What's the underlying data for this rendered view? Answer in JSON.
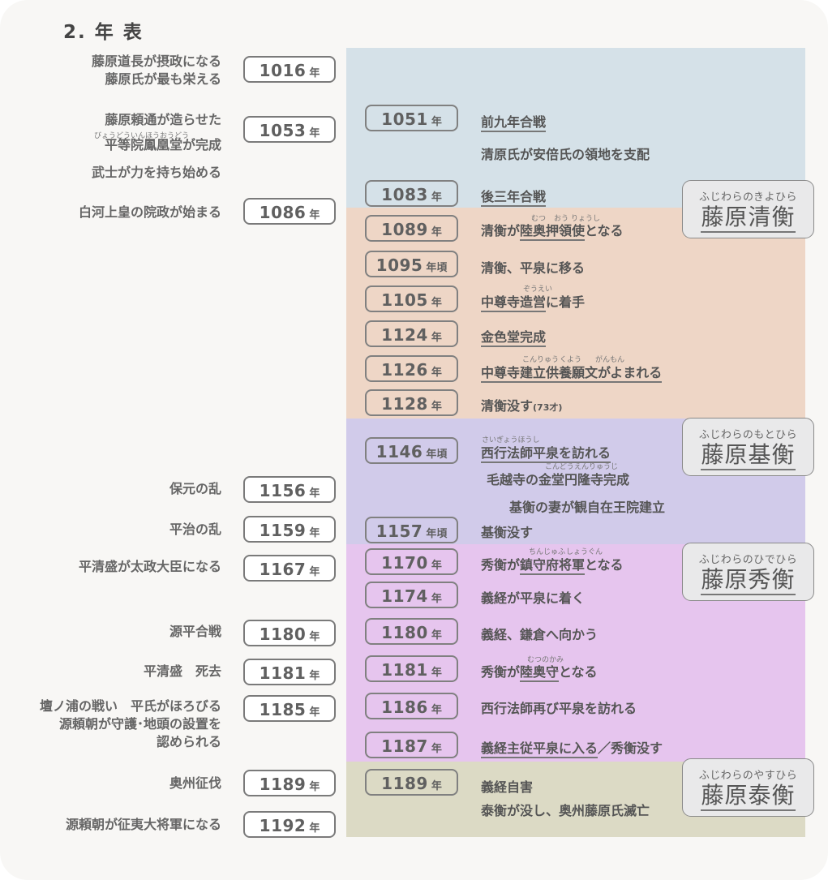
{
  "title": "2. 年 表",
  "left_events": [
    {
      "year": "1016",
      "unit": "年",
      "lines": [
        "藤原道長が摂政になる",
        "藤原氏が最も栄える"
      ]
    },
    {
      "year": "1053",
      "unit": "年",
      "lines": [
        "藤原頼通が造らせた",
        "平等院鳳凰堂が完成"
      ],
      "ruby": "びょうどういんほうおうどう"
    },
    {
      "year": "",
      "unit": "",
      "lines": [
        "武士が力を持ち始める"
      ]
    },
    {
      "year": "1086",
      "unit": "年",
      "lines": [
        "白河上皇の院政が始まる"
      ]
    },
    {
      "year": "1156",
      "unit": "年",
      "lines": [
        "保元の乱"
      ]
    },
    {
      "year": "1159",
      "unit": "年",
      "lines": [
        "平治の乱"
      ]
    },
    {
      "year": "1167",
      "unit": "年",
      "lines": [
        "平清盛が太政大臣になる"
      ]
    },
    {
      "year": "1180",
      "unit": "年",
      "lines": [
        "源平合戦"
      ]
    },
    {
      "year": "1181",
      "unit": "年",
      "lines": [
        "平清盛　死去"
      ]
    },
    {
      "year": "1185",
      "unit": "年",
      "lines": [
        "壇ノ浦の戦い　平氏がほろびる",
        "源頼朝が守護･地頭の設置を",
        "認められる"
      ]
    },
    {
      "year": "1189",
      "unit": "年",
      "lines": [
        "奥州征伐"
      ]
    },
    {
      "year": "1192",
      "unit": "年",
      "lines": [
        "源頼朝が征夷大将軍になる"
      ]
    }
  ],
  "right_events": [
    {
      "year": "1051",
      "unit": "年",
      "text": "前九年合戦"
    },
    {
      "year": "",
      "unit": "",
      "text": "清原氏が安倍氏の領地を支配"
    },
    {
      "year": "1083",
      "unit": "年",
      "text": "後三年合戦"
    },
    {
      "year": "1089",
      "unit": "年",
      "text_a": "清衡が",
      "text_u": "陸奥押領使",
      "text_b": "となる",
      "ruby": [
        "むつ",
        "おう",
        "りょうし"
      ]
    },
    {
      "year": "1095",
      "unit": "年頃",
      "text": "清衡、平泉に移る"
    },
    {
      "year": "1105",
      "unit": "年",
      "text_u": "中尊寺造営",
      "text_b": "に着手",
      "ruby": [
        "ぞうえい"
      ]
    },
    {
      "year": "1124",
      "unit": "年",
      "text": "金色堂完成"
    },
    {
      "year": "1126",
      "unit": "年",
      "text_u": "中尊寺建立供養願文",
      "text_b": "がよまれる",
      "ruby": [
        "こんりゅう",
        "くよう",
        "がんもん"
      ]
    },
    {
      "year": "1128",
      "unit": "年",
      "text": "清衡没す",
      "note": "(73才)"
    },
    {
      "year": "1146",
      "unit": "年頃",
      "text": "西行法師平泉を訪れる",
      "ruby": [
        "さいぎょうほうし"
      ]
    },
    {
      "year": "",
      "unit": "",
      "text": "毛越寺の金堂円隆寺完成",
      "ruby": [
        "こんどう",
        "えんりゅうじ"
      ]
    },
    {
      "year": "",
      "unit": "",
      "text": "基衡の妻が観自在王院建立"
    },
    {
      "year": "1157",
      "unit": "年頃",
      "text": "基衡没す"
    },
    {
      "year": "1170",
      "unit": "年",
      "text_a": "秀衡が",
      "text_u": "鎮守府将軍",
      "text_b": "となる",
      "ruby": [
        "ちんじゅふ",
        "しょうぐん"
      ]
    },
    {
      "year": "1174",
      "unit": "年",
      "text": "義経が平泉に着く"
    },
    {
      "year": "1180",
      "unit": "年",
      "text": "義経、鎌倉へ向かう"
    },
    {
      "year": "1181",
      "unit": "年",
      "text_a": "秀衡が",
      "text_u": "陸奥守",
      "text_b": "となる",
      "ruby": [
        "むつのかみ"
      ]
    },
    {
      "year": "1186",
      "unit": "年",
      "text": "西行法師再び平泉を訪れる"
    },
    {
      "year": "1187",
      "unit": "年",
      "text_u": "義経主従平泉に入る",
      "text_b": "／秀衡没す"
    },
    {
      "year": "1189",
      "unit": "年",
      "text": "義経自害"
    },
    {
      "year": "",
      "unit": "",
      "text": "泰衡が没し、奥州藤原氏滅亡"
    }
  ],
  "rulers": [
    {
      "kana": "ふじわらのきよひら",
      "name": "藤原清衡"
    },
    {
      "kana": "ふじわらのもとひら",
      "name": "藤原基衡"
    },
    {
      "kana": "ふじわらのひでひら",
      "name": "藤原秀衡"
    },
    {
      "kana": "ふじわらのやすひら",
      "name": "藤原泰衡"
    }
  ],
  "colors": {
    "era1": "#d5e1e8",
    "era2": "#eed6c6",
    "era3": "#d1cbea",
    "era4": "#e6c5ee",
    "era5": "#dcdac5"
  }
}
